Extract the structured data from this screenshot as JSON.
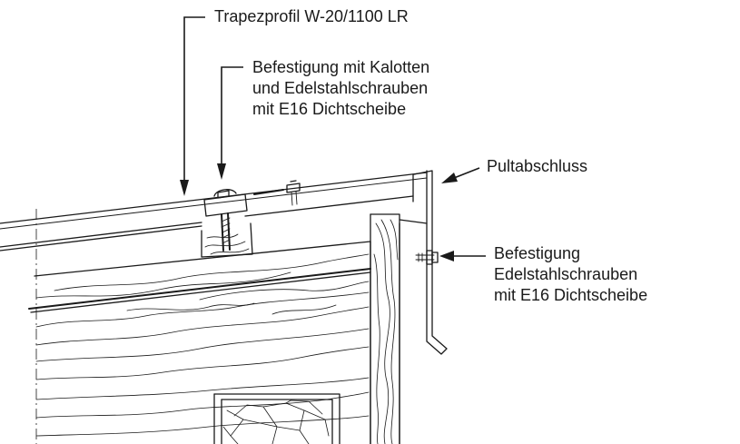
{
  "labels": {
    "trapezprofil": "Trapezprofil W-20/1100 LR",
    "befestigung_kalotten": {
      "line1": "Befestigung mit Kalotten",
      "line2": "und Edelstahlschrauben",
      "line3": "mit E16 Dichtscheibe"
    },
    "pultabschluss": "Pultabschluss",
    "befestigung_edelstahl": {
      "line1": "Befestigung",
      "line2": "Edelstahlschrauben",
      "line3": "mit E16 Dichtscheibe"
    }
  },
  "colors": {
    "ink": "#1a1a1a",
    "background": "#ffffff"
  }
}
